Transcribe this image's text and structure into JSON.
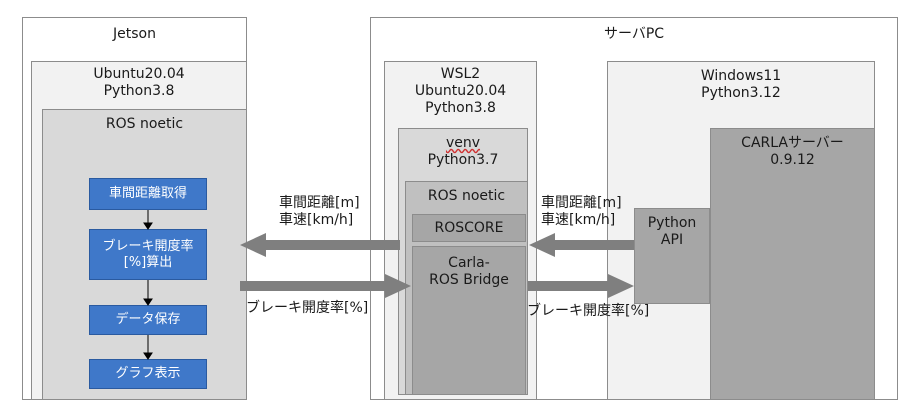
{
  "jetson": {
    "title": "Jetson",
    "ubuntu": [
      "Ubuntu20.04",
      "Python3.8"
    ],
    "ros": "ROS noetic",
    "flow": [
      {
        "label": [
          "車間距離取得"
        ]
      },
      {
        "label": [
          "ブレーキ開度率",
          "[%]算出"
        ]
      },
      {
        "label": [
          "データ保存"
        ]
      },
      {
        "label": [
          "グラフ表示"
        ]
      }
    ]
  },
  "server": {
    "title": "サーバPC",
    "wsl": [
      "WSL2",
      "Ubuntu20.04",
      "Python3.8"
    ],
    "venv": [
      "venv",
      "Python3.7"
    ],
    "ros": "ROS noetic",
    "roscore": "ROSCORE",
    "bridge": [
      "Carla-",
      "ROS Bridge"
    ],
    "windows": [
      "Windows11",
      "Python3.12"
    ],
    "carla": [
      "CARLAサーバー",
      "0.9.12"
    ],
    "python_api": [
      "Python",
      "API"
    ]
  },
  "arrows": {
    "left_top": [
      "車間距離[m]",
      "車速[km/h]"
    ],
    "left_bottom": "ブレーキ開度率[%]",
    "right_top": [
      "車間距離[m]",
      "車速[km/h]"
    ],
    "right_bottom": "ブレーキ開度率[%]"
  },
  "colors": {
    "flow_box": "#3f78c9",
    "arrow": "#7f7f7f"
  }
}
